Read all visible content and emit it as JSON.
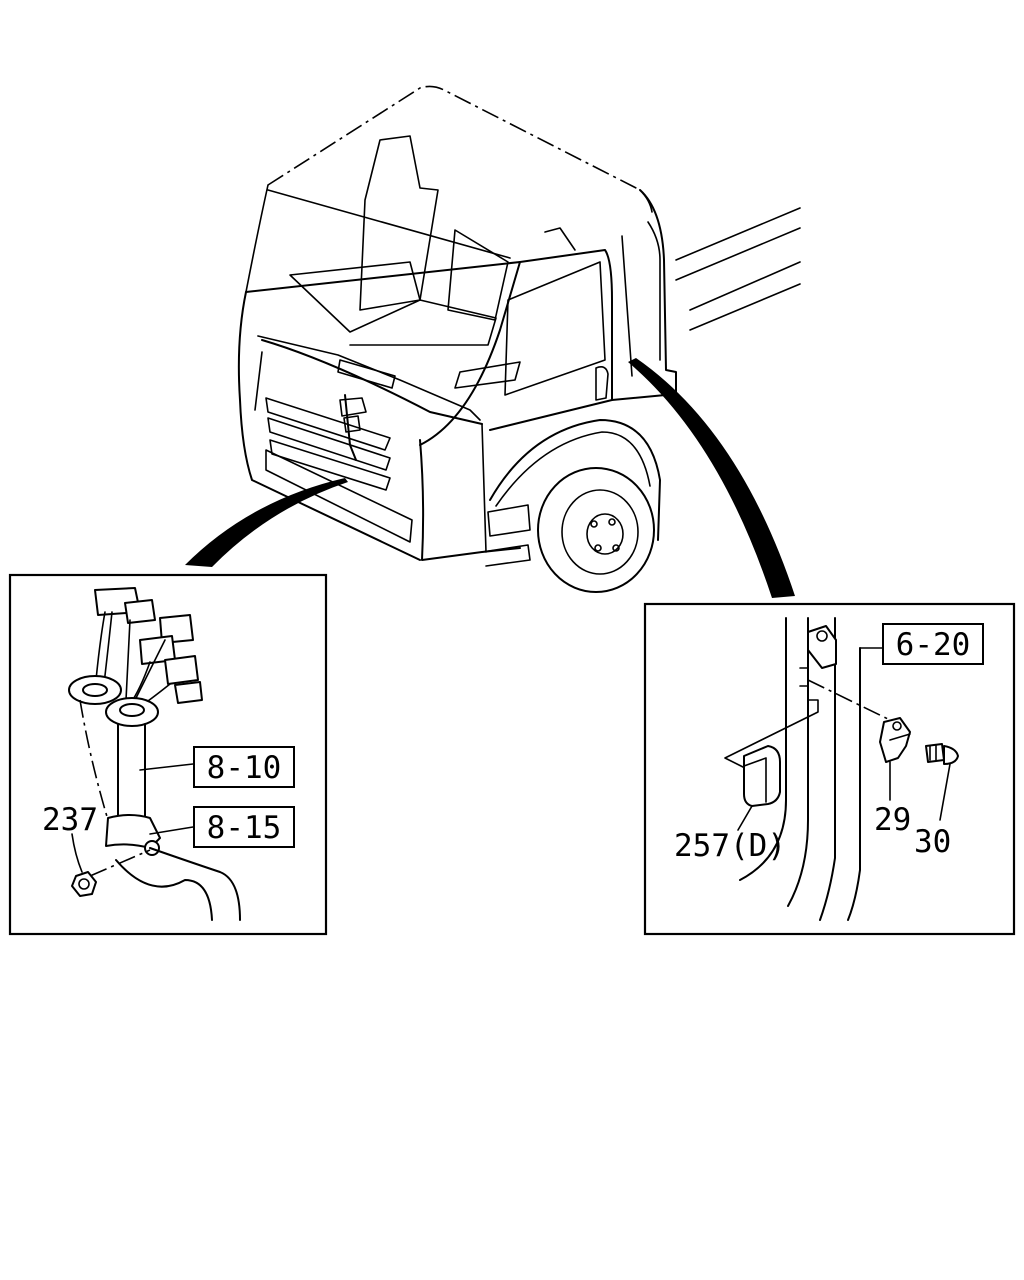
{
  "callouts": {
    "ref_8_10": "8-10",
    "ref_8_15": "8-15",
    "ref_6_20": "6-20",
    "part_237": "237",
    "part_257d": "257(D)",
    "part_29": "29",
    "part_30": "30"
  },
  "colors": {
    "line": "#000000",
    "background": "#ffffff"
  }
}
